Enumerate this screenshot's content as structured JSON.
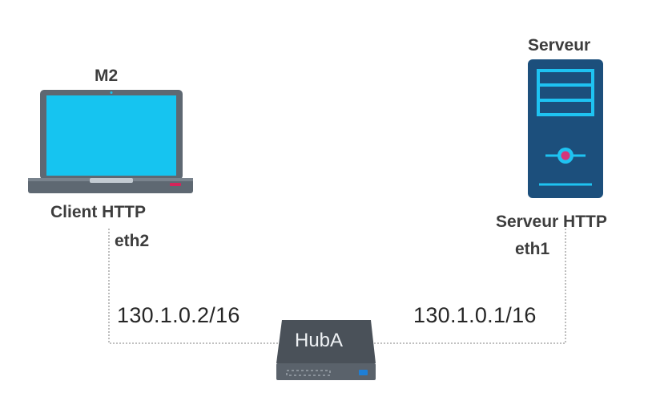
{
  "nodes": {
    "client": {
      "name": "M2",
      "role": "Client HTTP",
      "interface": "eth2",
      "ip": "130.1.0.2/16",
      "icon": "laptop-icon",
      "screen_color": "#16c4f0",
      "body_color": "#5e6872",
      "accent_color": "#d6245a"
    },
    "server": {
      "name": "Serveur",
      "role": "Serveur HTTP",
      "interface": "eth1",
      "ip": "130.1.0.1/16",
      "icon": "server-tower-icon",
      "body_color": "#1c4f7c",
      "accent_color": "#1ec3f2",
      "led_color": "#d6357a"
    },
    "hub": {
      "name": "HubA",
      "icon": "hub-icon",
      "body_color": "#4a5159",
      "led_color": "#1e7fd6"
    }
  },
  "links": [
    {
      "from": "client",
      "to": "hub",
      "style": "dotted"
    },
    {
      "from": "server",
      "to": "hub",
      "style": "dotted"
    }
  ]
}
